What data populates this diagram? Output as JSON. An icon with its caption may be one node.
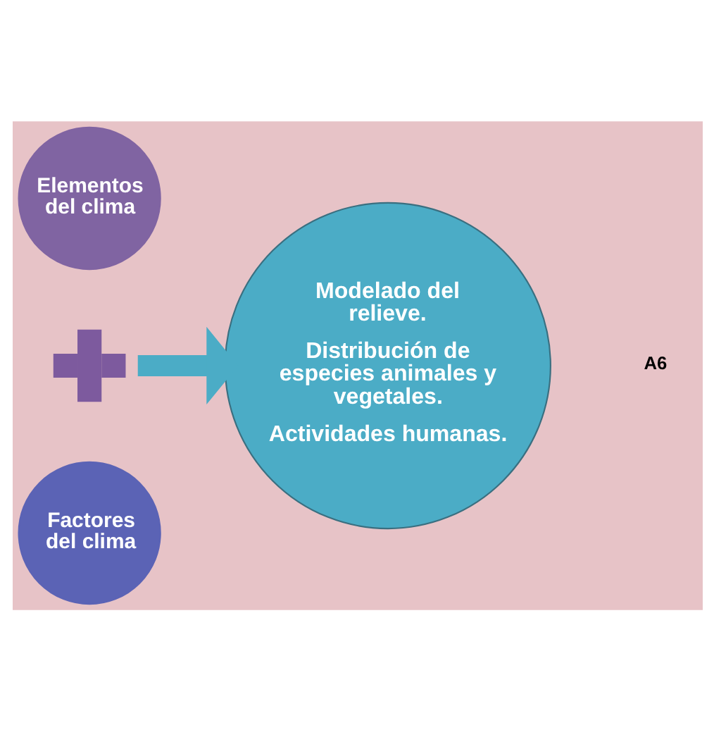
{
  "diagram": {
    "nodes": [
      {
        "text": [
          "Elementos del clima"
        ]
      },
      {
        "text": [],
        "shape": "cross"
      },
      {
        "text": [
          "Factores del clima"
        ]
      },
      {
        "text": [
          "Modelado del relieve.",
          "Distribución de especies animales y vegetales.",
          "Actividades humanas."
        ]
      }
    ],
    "edges": [
      {
        "from": 1,
        "to": 3,
        "arrow": "to"
      }
    ],
    "labels": [
      "A6"
    ]
  }
}
